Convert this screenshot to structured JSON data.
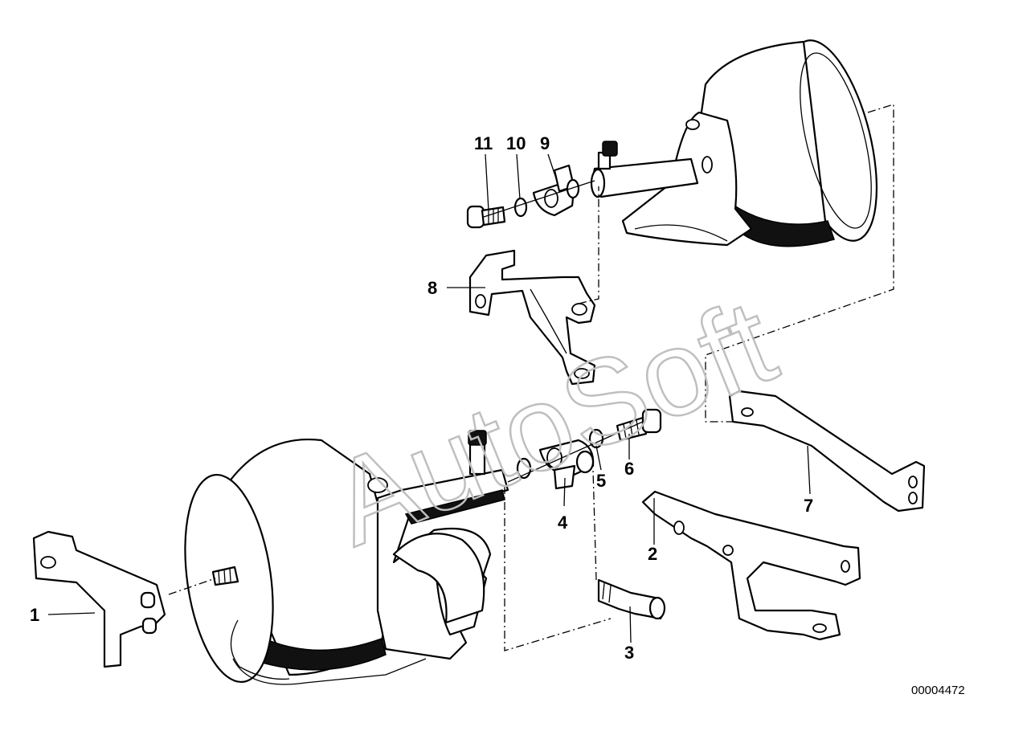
{
  "watermark": {
    "text": "AutoSoft"
  },
  "document_id": "00004472",
  "callouts": [
    {
      "id": "1",
      "label": "1"
    },
    {
      "id": "2",
      "label": "2"
    },
    {
      "id": "3",
      "label": "3"
    },
    {
      "id": "4",
      "label": "4"
    },
    {
      "id": "5",
      "label": "5"
    },
    {
      "id": "6",
      "label": "6"
    },
    {
      "id": "7",
      "label": "7"
    },
    {
      "id": "8",
      "label": "8"
    },
    {
      "id": "9",
      "label": "9"
    },
    {
      "id": "10",
      "label": "10"
    },
    {
      "id": "11",
      "label": "11"
    }
  ]
}
